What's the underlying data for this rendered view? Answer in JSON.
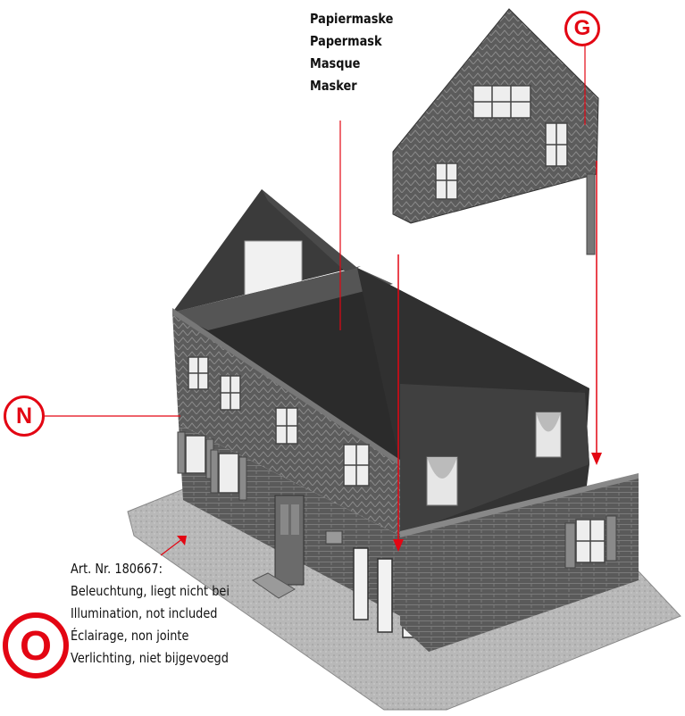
{
  "paper_mask": {
    "lines": [
      "Papiermaske",
      "Papermask",
      "Masque",
      "Masker"
    ]
  },
  "lighting": {
    "lines": [
      "Art. Nr. 180667:",
      "Beleuchtung, liegt nicht bei",
      "Illumination, not included",
      "Éclairage, non jointe",
      "Verlichting, niet bijgevoegd"
    ]
  },
  "markers": {
    "g": "G",
    "n": "N",
    "o": "O"
  },
  "colors": {
    "accent": "#e30613",
    "wall": "#5b5b5b",
    "roof_inner": "#2c2c2c",
    "base": "#b9b9b9"
  }
}
